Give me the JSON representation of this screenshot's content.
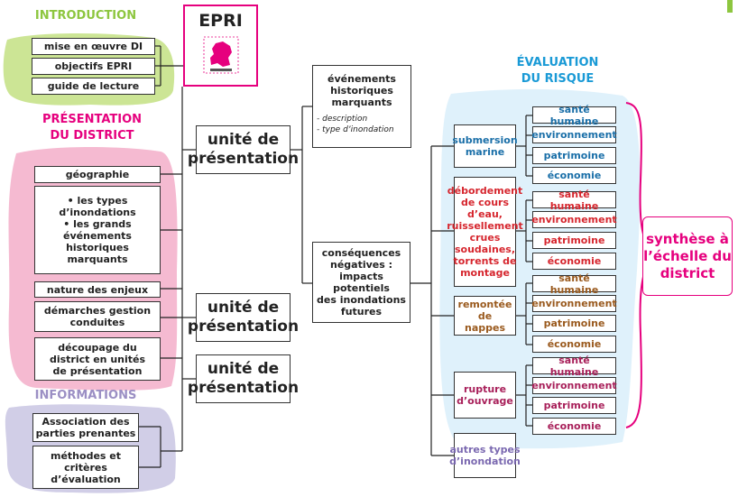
{
  "headers": {
    "introduction": "INTRODUCTION",
    "presentation_l1": "PRÉSENTATION",
    "presentation_l2": "DU DISTRICT",
    "informations": "INFORMATIONS",
    "evaluation_l1": "ÉVALUATION",
    "evaluation_l2": "DU RISQUE"
  },
  "epri": {
    "title": "EPRI"
  },
  "intro_items": [
    "mise en œuvre DI",
    "objectifs EPRI",
    "guide de lecture"
  ],
  "district_items": [
    "géographie",
    "• les types\nd’inondations\n• les grands\névénements\nhistoriques\nmarquants",
    "nature des enjeux",
    "démarches gestion\nconduites",
    "découpage du\ndistrict en unités\nde présentation"
  ],
  "info_items": [
    "Association des\nparties prenantes",
    "méthodes et\ncritères\nd’évaluation"
  ],
  "units": [
    "unité de\nprésentation",
    "unité de\nprésentation",
    "unité de\nprésentation"
  ],
  "historic": {
    "title": "événements\nhistoriques\nmarquants",
    "notes": "- description\n- type d’inondation"
  },
  "consequences": "conséquences\nnégatives :\nimpacts potentiels\ndes inondations\nfutures",
  "risk_types": [
    "submersion\nmarine",
    "débordement\nde cours\nd’eau,\nruissellement\ncrues\nsoudaines,\ntorrents de\nmontage",
    "remontée de\nnappes",
    "rupture\nd’ouvrage",
    "autres types\nd’inondation"
  ],
  "impacts": [
    "santé humaine",
    "environnement",
    "patrimoine",
    "économie"
  ],
  "synthesis": "synthèse à\nl’échelle du\ndistrict",
  "colors": {
    "green": "#8dc63f",
    "magenta": "#e6007e",
    "lavender": "#9b8fc4",
    "blue": "#1a6fa8",
    "red": "#d6262e",
    "brown": "#9a5a1e",
    "plum": "#a8205a"
  }
}
